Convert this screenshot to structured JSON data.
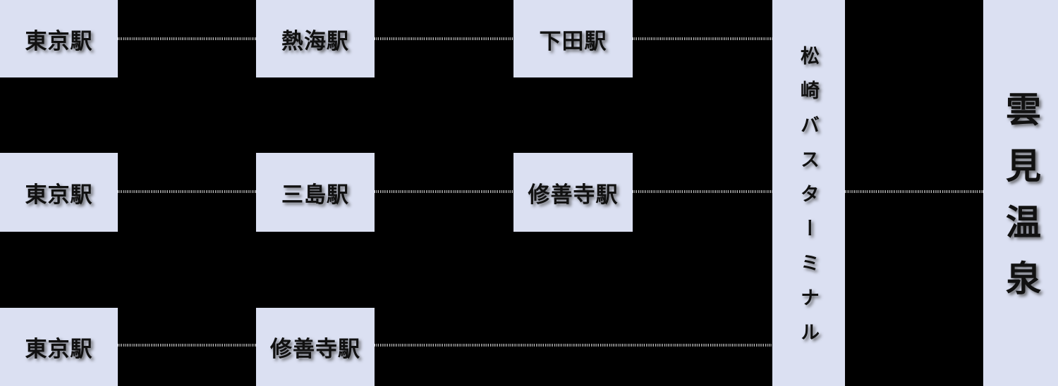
{
  "palette": {
    "background": "#000000",
    "node_fill": "#dbe0f2",
    "node_text": "#111111",
    "line": "#cccccc"
  },
  "stations": [
    {
      "id": "tokyo-row1",
      "label": "東京駅"
    },
    {
      "id": "atami",
      "label": "熱海駅"
    },
    {
      "id": "shimoda",
      "label": "下田駅"
    },
    {
      "id": "tokyo-row2",
      "label": "東京駅"
    },
    {
      "id": "mishima",
      "label": "三島駅"
    },
    {
      "id": "shuzenji-row2",
      "label": "修善寺駅"
    },
    {
      "id": "tokyo-row3",
      "label": "東京駅"
    },
    {
      "id": "shuzenji-row3",
      "label": "修善寺駅"
    },
    {
      "id": "matsuzaki-bus-terminal",
      "label": "松崎バスターミナル"
    },
    {
      "id": "kumomi-onsen",
      "label": "雲見温泉"
    }
  ],
  "routes": [
    {
      "stops": [
        "東京駅",
        "熱海駅",
        "下田駅",
        "松崎バスターミナル",
        "雲見温泉"
      ]
    },
    {
      "stops": [
        "東京駅",
        "三島駅",
        "修善寺駅",
        "松崎バスターミナル",
        "雲見温泉"
      ]
    },
    {
      "stops": [
        "東京駅",
        "修善寺駅",
        "松崎バスターミナル",
        "雲見温泉"
      ]
    }
  ]
}
